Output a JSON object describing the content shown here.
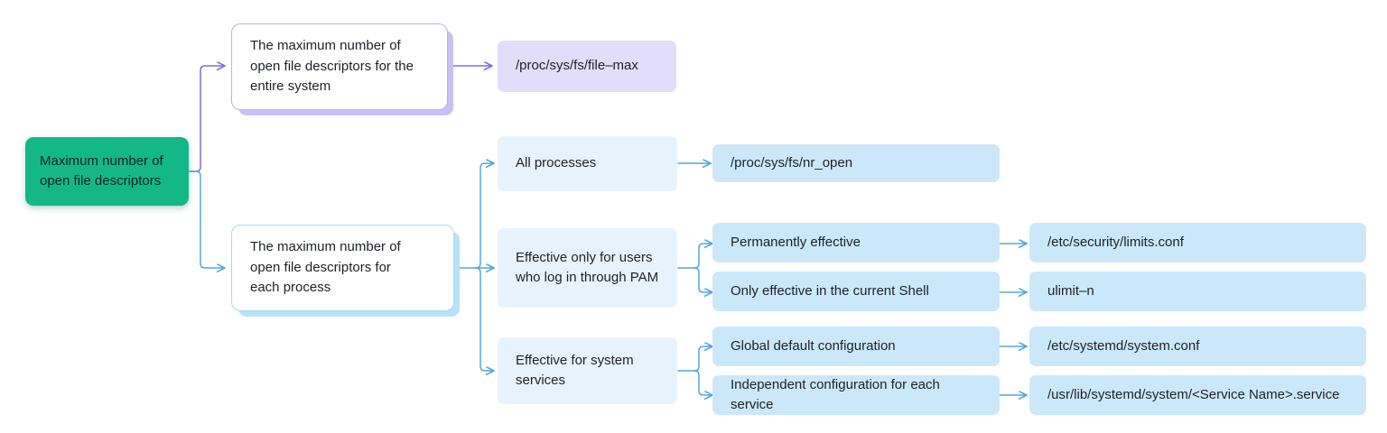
{
  "diagram": {
    "type": "tree-mindmap",
    "orientation": "left-to-right",
    "background": "#ffffff",
    "colors": {
      "root_fill": "#13b886",
      "root_text": "#10221c",
      "purple_connector": "#7d6ee0",
      "blue_connector": "#55a8da",
      "lavender_fill": "#e2ddfb",
      "pale_blue_fill": "#e7f3fc",
      "blue_fill": "#cbe8fb",
      "purple_border": "#b9b0ee",
      "blue_border": "#a8dcf7",
      "text": "#1d2126"
    },
    "root": {
      "label": "Maximum number of\nopen file descriptors"
    },
    "branches": [
      {
        "id": "system-wide",
        "accent": "purple",
        "label": "The maximum number of\nopen file descriptors for the\nentire system",
        "children": [
          {
            "id": "file-max",
            "label": "/proc/sys/fs/file–max",
            "tone": "lavender"
          }
        ]
      },
      {
        "id": "per-process",
        "accent": "blue",
        "label": "The maximum number of\nopen file descriptors for\neach process",
        "children": [
          {
            "id": "all-processes",
            "label": "All processes",
            "tone": "paleblue",
            "children": [
              {
                "id": "nr-open",
                "label": "/proc/sys/fs/nr_open",
                "tone": "blue"
              }
            ]
          },
          {
            "id": "pam-users",
            "label": "Effective only for users\nwho log in through PAM",
            "tone": "paleblue",
            "children": [
              {
                "id": "permanent",
                "label": "Permanently effective",
                "tone": "blue",
                "children": [
                  {
                    "id": "limits-conf",
                    "label": "/etc/security/limits.conf",
                    "tone": "blue"
                  }
                ]
              },
              {
                "id": "current-shell",
                "label": "Only effective in the current Shell",
                "tone": "blue",
                "children": [
                  {
                    "id": "ulimit-n",
                    "label": "ulimit–n",
                    "tone": "blue"
                  }
                ]
              }
            ]
          },
          {
            "id": "system-services",
            "label": "Effective for system\nservices",
            "tone": "paleblue",
            "children": [
              {
                "id": "global-default",
                "label": "Global default configuration",
                "tone": "blue",
                "children": [
                  {
                    "id": "system-conf",
                    "label": "/etc/systemd/system.conf",
                    "tone": "blue"
                  }
                ]
              },
              {
                "id": "per-service",
                "label": "Independent configuration for each service",
                "tone": "blue",
                "children": [
                  {
                    "id": "service-unit",
                    "label": "/usr/lib/systemd/system/<Service Name>.service",
                    "tone": "blue"
                  }
                ]
              }
            ]
          }
        ]
      }
    ]
  }
}
